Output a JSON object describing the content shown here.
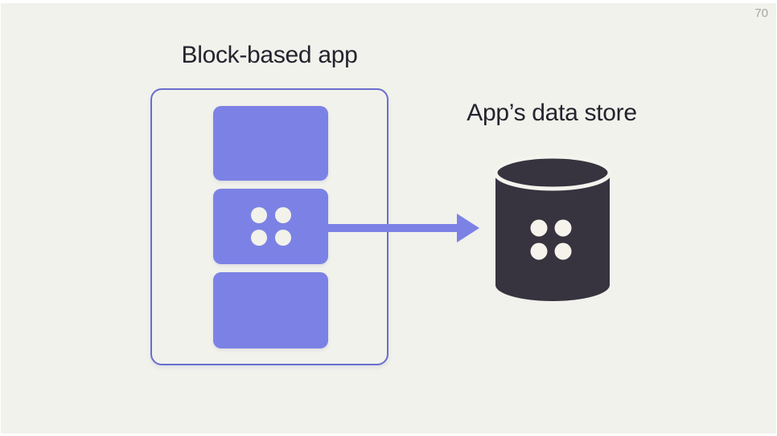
{
  "slide": {
    "page_number": "70",
    "background_color": "#f1f2ec"
  },
  "app": {
    "title": "Block-based app",
    "block_count": 3,
    "block_color": "#7c82e5",
    "outline_color": "#696dce",
    "dot_color": "#f2f2ea"
  },
  "arrow": {
    "direction": "right",
    "color": "#7c82e5"
  },
  "data_store": {
    "label": "App’s data store",
    "cylinder_color": "#37333f",
    "dot_color": "#f5f3eb",
    "divider_color": "#f4f4ee"
  }
}
